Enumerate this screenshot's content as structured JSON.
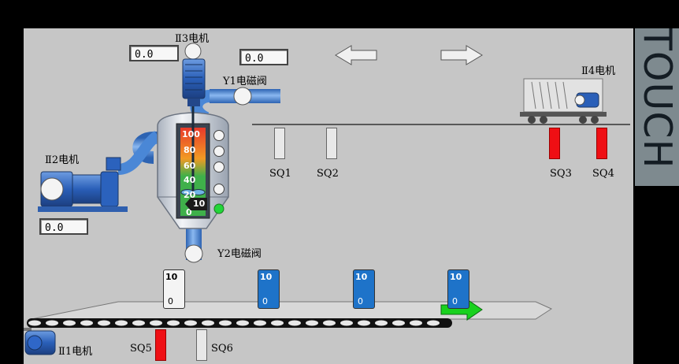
{
  "brand": {
    "touch": "TOUCH"
  },
  "motors": {
    "m1": {
      "label": "Ⅱ1电机"
    },
    "m2": {
      "label": "Ⅱ2电机",
      "value": "0.0"
    },
    "m3": {
      "label": "Ⅱ3电机",
      "value": "0.0"
    },
    "m4": {
      "label": "Ⅱ4电机"
    }
  },
  "valves": {
    "y1": {
      "label": "Y1电磁阀",
      "value": "0.0"
    },
    "y2": {
      "label": "Y2电磁阀"
    }
  },
  "tank": {
    "scale": [
      "100",
      "80",
      "60",
      "40",
      "20",
      "0"
    ],
    "level_value": "10",
    "level_fraction": 0.1
  },
  "sensors": [
    {
      "label": "SQ1",
      "state": "off"
    },
    {
      "label": "SQ2",
      "state": "off"
    },
    {
      "label": "SQ3",
      "state": "on"
    },
    {
      "label": "SQ4",
      "state": "on"
    },
    {
      "label": "SQ5",
      "state": "on"
    },
    {
      "label": "SQ6",
      "state": "off"
    }
  ],
  "bottles": [
    {
      "top": "10",
      "bottom": "0",
      "color": "#f4f4f4",
      "fill": 0.0
    },
    {
      "top": "10",
      "bottom": "0",
      "color": "#1e73c9",
      "fill": 1.0
    },
    {
      "top": "10",
      "bottom": "0",
      "color": "#1e73c9",
      "fill": 1.0
    },
    {
      "top": "10",
      "bottom": "0",
      "color": "#1e73c9",
      "fill": 1.0
    }
  ],
  "colors": {
    "panel": "#c6c6c6",
    "motor_blue": "#2a5fb8",
    "pipe_blue": "#4a87d6",
    "sensor_on": "#ef0f14",
    "arrow_green": "#19d11e",
    "indicator_green": "#22d63a"
  },
  "icons": {
    "left": "arrow-left-icon",
    "right": "arrow-right-icon",
    "conveyor": "arrow-right-green-icon"
  }
}
